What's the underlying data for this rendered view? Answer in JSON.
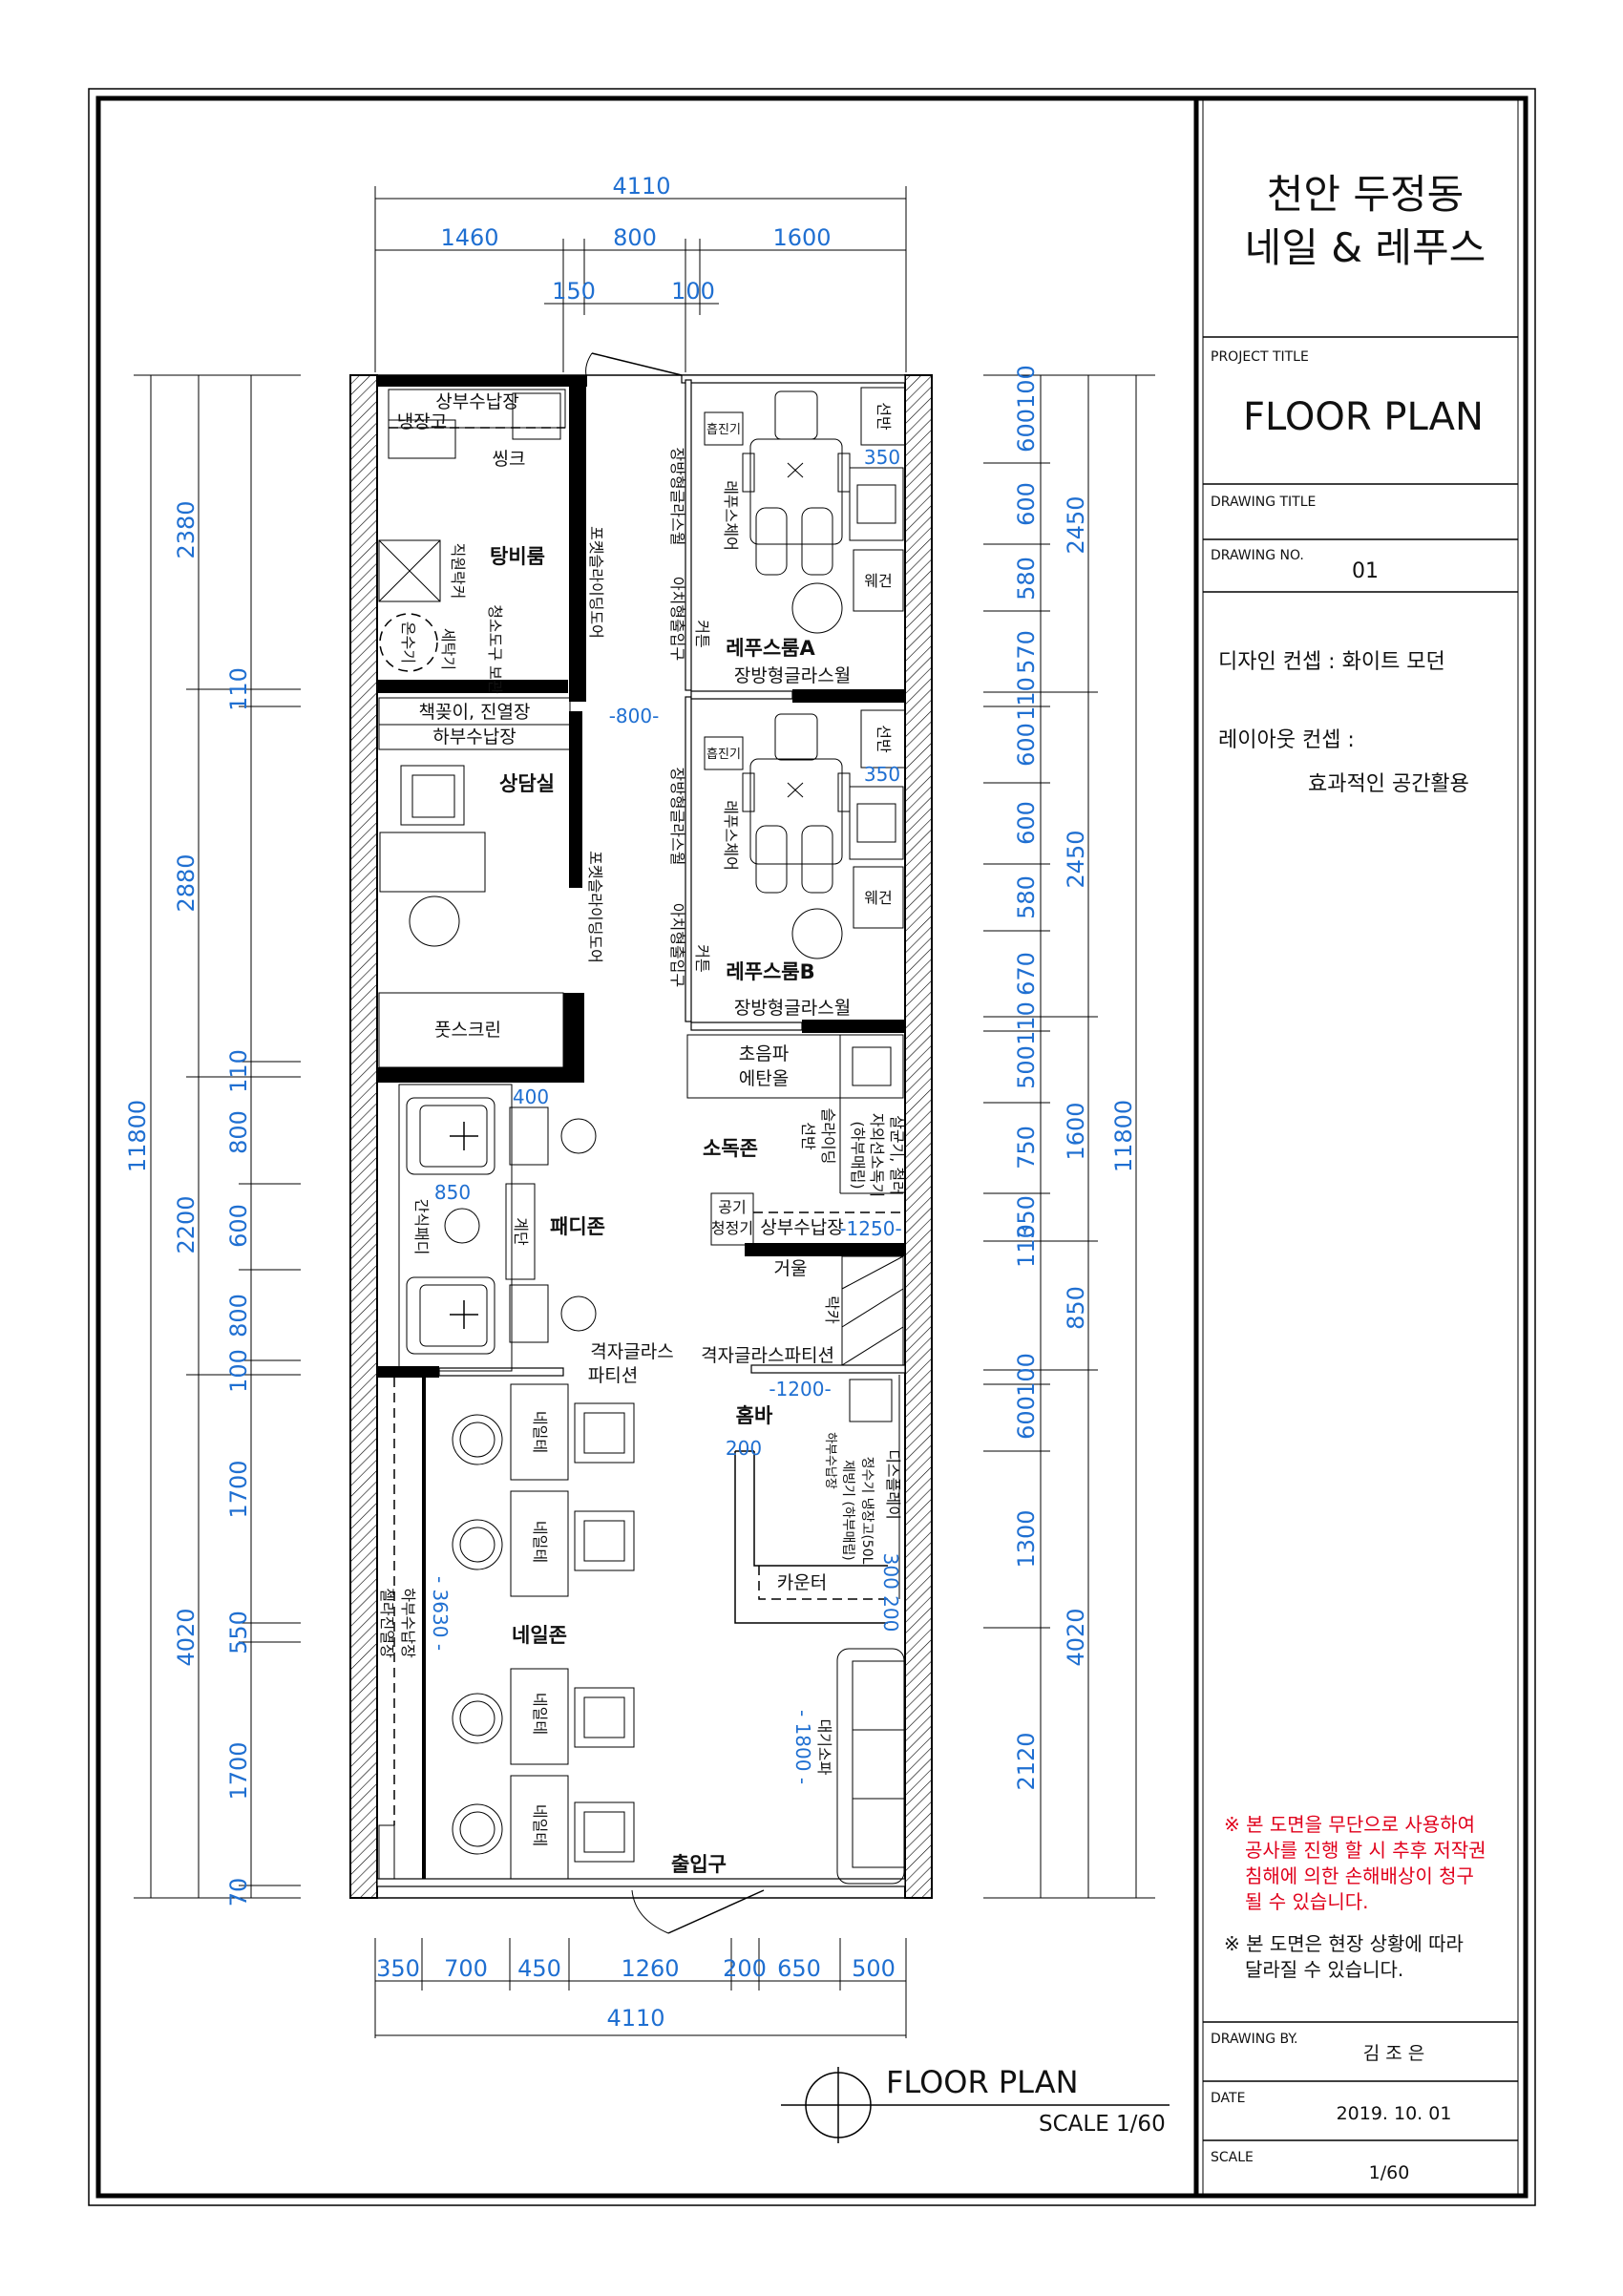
{
  "title_block": {
    "project_name_line1": "천안 두정동",
    "project_name_line2": "네일 & 레푸스",
    "project_title_label": "PROJECT TITLE",
    "project_title": "FLOOR PLAN",
    "drawing_title_label": "DRAWING TITLE",
    "drawing_no_label": "DRAWING NO.",
    "drawing_no": "01",
    "design_concept": "디자인 컨셉 : 화이트 모던",
    "layout_concept_label": "레이아웃 컨셉 :",
    "layout_concept": "효과적인 공간활용",
    "notice_red": [
      "※ 본 도면을 무단으로 사용하여",
      "공사를 진행 할 시 추후 저작권",
      "침해에 의한 손해배상이 청구",
      "될 수 있습니다."
    ],
    "notice_black": [
      "※ 본 도면은 현장 상황에 따라",
      "달라질 수 있습니다."
    ],
    "drawn_by_label": "DRAWING BY.",
    "drawn_by": "김 조 은",
    "date_label": "DATE",
    "date": "2019. 10. 01",
    "scale_label": "SCALE",
    "scale": "1/60"
  },
  "plan_caption": {
    "title": "FLOOR PLAN",
    "scale": "SCALE 1/60"
  },
  "rooms": {
    "pantry": "탕비룸",
    "consult": "상담실",
    "refus_a": "레푸스룸A",
    "refus_b": "레푸스룸B",
    "sterilize": "소독존",
    "pedi": "패디존",
    "home_bar": "홈바",
    "nail": "네일존",
    "entrance": "출입구"
  },
  "labels": {
    "upper_storage": "상부수납장",
    "fridge": "냉장고",
    "sink": "씽크",
    "staff_locker": "직원락커",
    "water_purifier": "온수기",
    "washer": "세탁기",
    "cleaning_tools": "청소도구 보관",
    "pocket_door1": "포켓슬라이딩도어",
    "pocket_door2": "포켓슬라이딩도어",
    "bookshelf": "책꽂이, 진열장",
    "lower_storage": "하부수납장",
    "footscreen": "풋스크린",
    "dust_a": "흡진기",
    "dust_b": "흡진기",
    "shelf_a": "선반",
    "shelf_b": "선반",
    "towel_a": "웨건",
    "towel_b": "웨건",
    "glasswall_v_a": "장방형글라스월",
    "glasswall_v_b": "장방형글라스월",
    "glasswall_h_a": "장방형글라스월",
    "glasswall_h_b": "장방형글라스월",
    "refus_chair_a": "레푸스체어",
    "refus_chair_b": "레푸스체어",
    "curtain_a": "커튼",
    "curtain_b": "커튼",
    "arch_a": "아치형출입구",
    "arch_b": "아치형출입구",
    "ultrasonic1": "초음파",
    "ultrasonic2": "에탄올",
    "sterilizer1": "살균기, 철러",
    "sterilizer2": "자외선소독기",
    "sterilizer3": "(하부매립)",
    "sliding_shelf1": "슬라이딩",
    "sliding_shelf2": "선반",
    "air_purifier1": "공기",
    "air_purifier2": "청정기",
    "upper_storage2": "상부수납장",
    "mirror": "거울",
    "rack": "락카",
    "stairs": "계단",
    "snack": "간식패디",
    "grid_glass1": "격자글라스",
    "grid_glass2": "파티션",
    "grid_glass3": "격자글라스파티션",
    "display1": "디스플레이",
    "display2": "정수기 냉장고(50L",
    "display3": "제빙기 (하부매립)",
    "display4": "하부수납장",
    "counter": "카운터",
    "nail_table1": "네일테",
    "nail_table2": "네일테",
    "nail_table3": "네일테",
    "nail_table4": "네일테",
    "nail_storage1": "젤라진열장",
    "nail_storage2": "하부수납장",
    "sofa": "대기소파",
    "dim_800": "-800-",
    "dim_1250": "-1250-",
    "dim_1200": "-1200-",
    "dim_1800": "- 1800 -",
    "dim_3630": "- 3630 -",
    "dim_850": "850",
    "dim_400": "400",
    "dim_350a": "350",
    "dim_350b": "350",
    "dim_200": "200",
    "dim_300200": "300 200"
  },
  "dims": {
    "top_total": "4110",
    "top": [
      "1460",
      "800",
      "1600"
    ],
    "top_small": [
      "150",
      "100"
    ],
    "bottom_total": "4110",
    "bottom": [
      "350",
      "700",
      "450",
      "1260",
      "200",
      "650",
      "500"
    ],
    "left_total": "11800",
    "left_mid": [
      "2380",
      "2880",
      "2200",
      "4020"
    ],
    "left_inner": [
      "110",
      "110",
      "800",
      "600",
      "800",
      "100",
      "1700",
      "550",
      "1700",
      "70"
    ],
    "right_total": "11800",
    "right_mid": [
      "2450",
      "2450",
      "1600",
      "850",
      "4020"
    ],
    "right_inner": [
      "600100",
      "600",
      "580",
      "570",
      "110",
      "600",
      "600",
      "580",
      "670",
      "110",
      "500",
      "750",
      "350",
      "110",
      "100",
      "600",
      "1300",
      "2120"
    ]
  }
}
